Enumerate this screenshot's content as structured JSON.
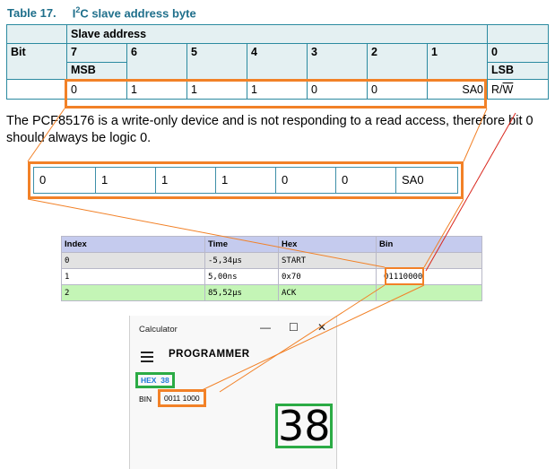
{
  "caption": {
    "table_no": "Table 17.",
    "title_pre": "I",
    "title_sup": "2",
    "title_post": "C slave address byte"
  },
  "datasheet_table": {
    "bit_label": "Bit",
    "slave_address_label": "Slave address",
    "bits": [
      "7",
      "6",
      "5",
      "4",
      "3",
      "2",
      "1",
      "0"
    ],
    "msb_label": "MSB",
    "lsb_label": "LSB",
    "values": [
      "0",
      "1",
      "1",
      "1",
      "0",
      "0",
      "SA0"
    ],
    "rw_r": "R/",
    "rw_w": "W"
  },
  "paragraph": "The PCF85176 is a write-only device and is not responding to a read access, therefore bit 0 should always be logic 0.",
  "bit_strip": [
    "0",
    "1",
    "1",
    "1",
    "0",
    "0",
    "SA0"
  ],
  "analyzer": {
    "headers": [
      "Index",
      "Time",
      "Hex",
      "Bin"
    ],
    "rows": [
      {
        "index": "0",
        "time": "-5,34µs",
        "hex": "START",
        "bin": ""
      },
      {
        "index": "1",
        "time": "5,00ns",
        "hex": "0x70",
        "bin": "01110000"
      },
      {
        "index": "2",
        "time": "85,52µs",
        "hex": "ACK",
        "bin": ""
      }
    ]
  },
  "calculator": {
    "window_title": "Calculator",
    "minimize_glyph": "—",
    "maximize_glyph": "☐",
    "close_glyph": "✕",
    "mode": "PROGRAMMER",
    "hex_label": "HEX",
    "hex_value": "38",
    "bin_label": "BIN",
    "bin_value": "0011 1000",
    "display": "38"
  },
  "colors": {
    "orange": "#f28127",
    "green": "#2bab45",
    "teal": "#1f6f8b",
    "red": "#d9261c"
  },
  "icons": [
    "hamburger-menu-icon",
    "minimize-icon",
    "maximize-icon",
    "close-icon"
  ]
}
